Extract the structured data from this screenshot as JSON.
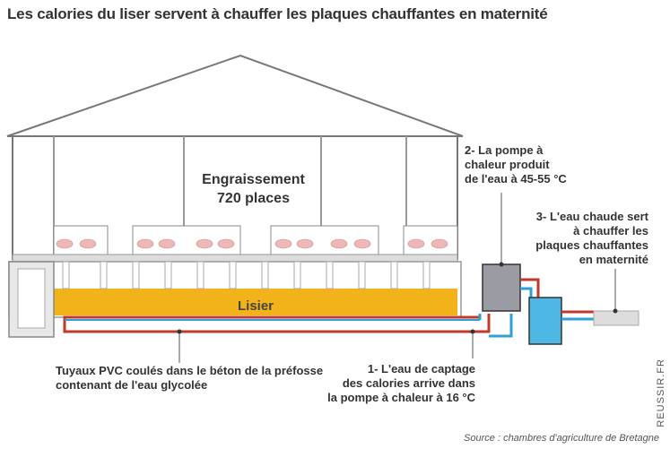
{
  "title": "Les calories du liser servent à chauffer les plaques chauffantes en maternité",
  "building": {
    "label_lines": [
      "Engraissement",
      "720 places"
    ],
    "pit_label": "Lisier"
  },
  "steps": {
    "step2_lines": [
      "2- La pompe à",
      "chaleur produit",
      "de l'eau à 45-55 °C"
    ],
    "step3_lines": [
      "3- L'eau chaude sert",
      "à chauffer les",
      "plaques chauffantes",
      "en maternité"
    ],
    "step1_lines": [
      "1- L'eau de captage",
      "des calories arrive dans",
      "la pompe à chaleur à 16 °C"
    ],
    "pipes_lines": [
      "Tuyaux PVC coulés dans le béton de la préfosse",
      "contenant de l'eau glycolée"
    ]
  },
  "source": "Source : chambres d'agriculture de Bretagne",
  "credit": "REUSSIR.FR",
  "colors": {
    "slurry": "#f1b21a",
    "hot_pipe": "#c0392b",
    "cold_pipe": "#2f9fd6",
    "pump": "#9b9ba3",
    "tank": "#4fb7e6",
    "wall": "#777777"
  }
}
